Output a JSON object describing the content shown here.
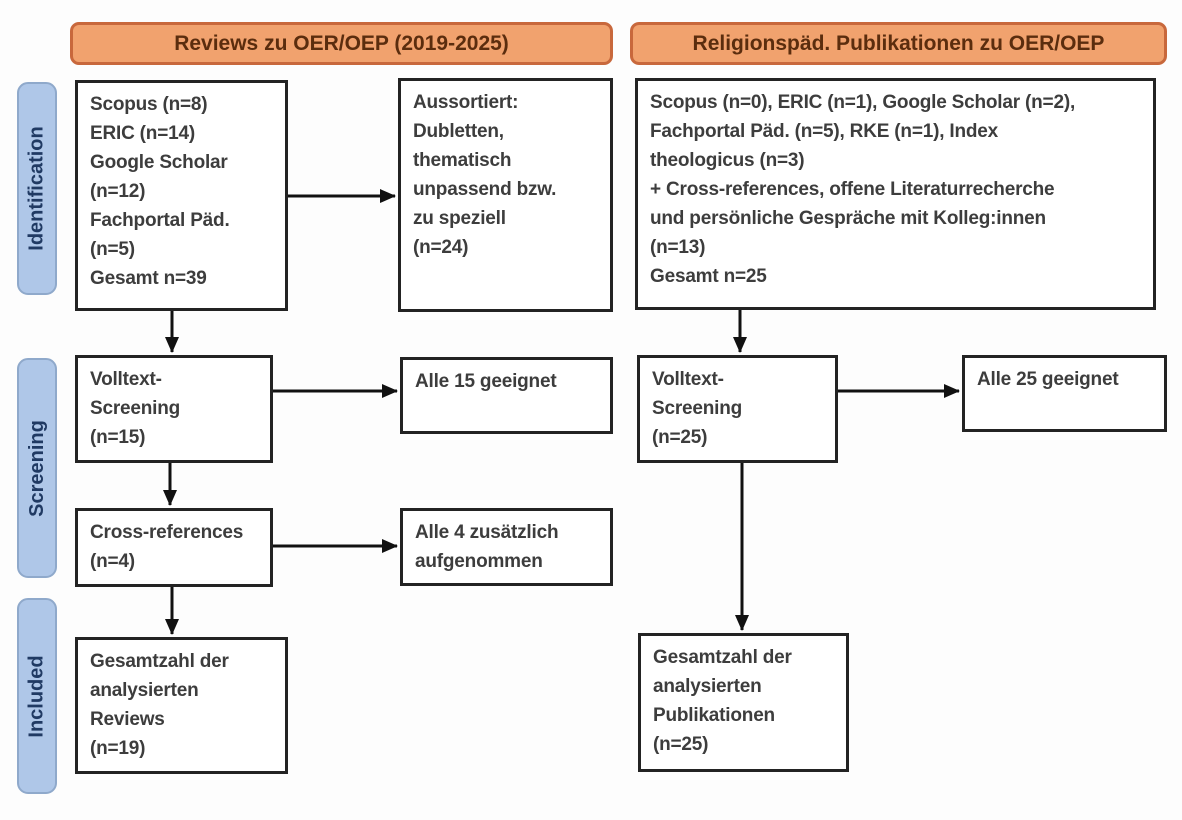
{
  "colors": {
    "header_fill": "#F1A26E",
    "header_border": "#C8683C",
    "header_text": "#5B2D0E",
    "stage_fill": "#AFC7E8",
    "stage_border": "#8FA9CB",
    "stage_text": "#203A63",
    "box_border": "#232323",
    "box_text": "#3D3D3D",
    "arrow": "#111111",
    "background": "#FDFDFD"
  },
  "headers": {
    "left": "Reviews zu OER/OEP (2019-2025)",
    "right": "Religionspäd. Publikationen zu OER/OEP"
  },
  "stages": {
    "identification": "Identification",
    "screening": "Screening",
    "included": "Included"
  },
  "left_flow": {
    "sources": "Scopus (n=8)\nERIC (n=14)\nGoogle Scholar\n(n=12)\nFachportal Päd.\n(n=5)\nGesamt n=39",
    "excluded": "Aussortiert:\nDubletten,\nthematisch\nunpassend bzw.\nzu speziell\n(n=24)",
    "fulltext_screening": "Volltext-\nScreening\n(n=15)",
    "eligible": "Alle 15 geeignet",
    "cross_references": "Cross-references\n(n=4)",
    "added": "Alle 4 zusätzlich\naufgenommen",
    "total": "Gesamtzahl der\nanalysierten\nReviews\n(n=19)"
  },
  "right_flow": {
    "sources": "Scopus (n=0), ERIC (n=1), Google Scholar (n=2),\nFachportal Päd. (n=5), RKE (n=1), Index\ntheologicus (n=3)\n+ Cross-references, offene Literaturrecherche\nund persönliche Gespräche mit Kolleg:innen\n(n=13)\nGesamt n=25",
    "fulltext_screening": "Volltext-\nScreening\n(n=25)",
    "eligible": "Alle 25 geeignet",
    "total": "Gesamtzahl der\nanalysierten\nPublikationen\n(n=25)"
  }
}
